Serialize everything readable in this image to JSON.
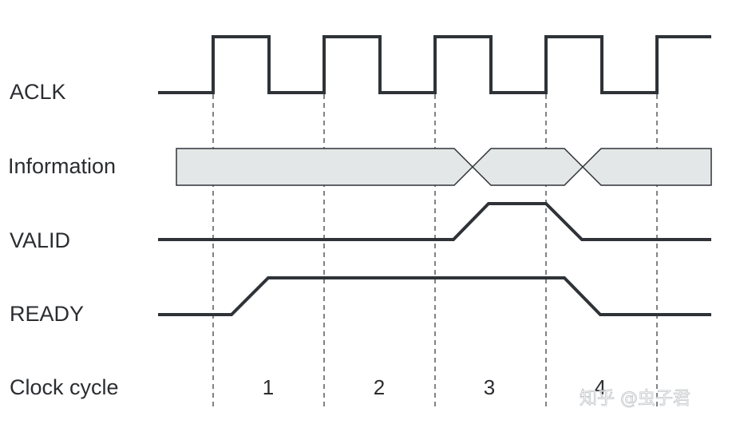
{
  "signals": {
    "aclk": "ACLK",
    "information": "Information",
    "valid": "VALID",
    "ready": "READY",
    "clock_cycle": "Clock cycle"
  },
  "cycles": [
    "1",
    "2",
    "3",
    "4"
  ],
  "watermark": "知乎 @虫子君",
  "colors": {
    "line": "#2f3338",
    "bus_fill": "#e4e7e7",
    "guide": "#555a60",
    "text": "#2b2d31"
  }
}
